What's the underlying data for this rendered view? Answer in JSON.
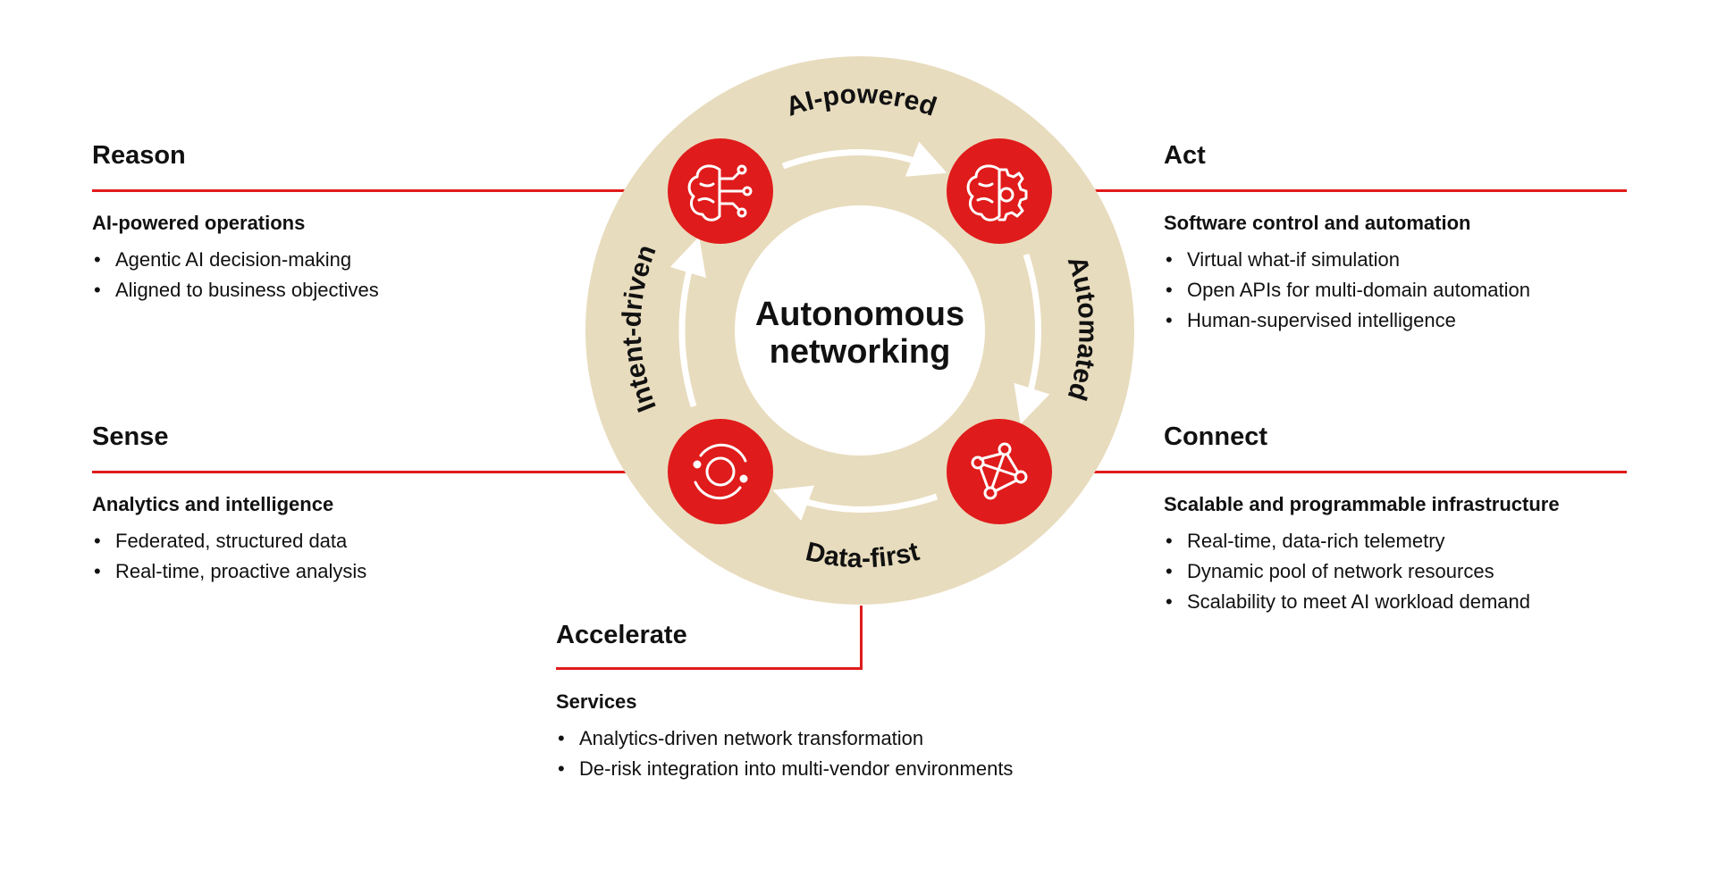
{
  "center": {
    "line1": "Autonomous",
    "line2": "networking"
  },
  "ring_labels": {
    "top": "AI-powered",
    "right": "Automated",
    "bottom": "Data-first",
    "left": "Intent-driven"
  },
  "icons": {
    "top_left": "brain-circuit-icon",
    "top_right": "brain-gear-icon",
    "bottom_left": "orbit-icon",
    "bottom_right": "network-nodes-icon"
  },
  "colors": {
    "accent": "#e01b1b",
    "ring": "#e8dcbe",
    "text": "#111111"
  },
  "sections": {
    "reason": {
      "title": "Reason",
      "subtitle": "AI-powered operations",
      "items": [
        "Agentic AI decision-making",
        "Aligned to business objectives"
      ]
    },
    "act": {
      "title": "Act",
      "subtitle": "Software control and automation",
      "items": [
        "Virtual what-if simulation",
        "Open APIs for multi-domain automation",
        "Human-supervised intelligence"
      ]
    },
    "sense": {
      "title": "Sense",
      "subtitle": "Analytics and intelligence",
      "items": [
        "Federated, structured data",
        "Real-time, proactive analysis"
      ]
    },
    "connect": {
      "title": "Connect",
      "subtitle": "Scalable and programmable infrastructure",
      "items": [
        "Real-time, data-rich telemetry",
        "Dynamic pool of network resources",
        "Scalability to meet AI workload demand"
      ]
    },
    "accelerate": {
      "title": "Accelerate",
      "subtitle": "Services",
      "items": [
        "Analytics-driven network transformation",
        "De-risk integration into multi-vendor environments"
      ]
    }
  }
}
